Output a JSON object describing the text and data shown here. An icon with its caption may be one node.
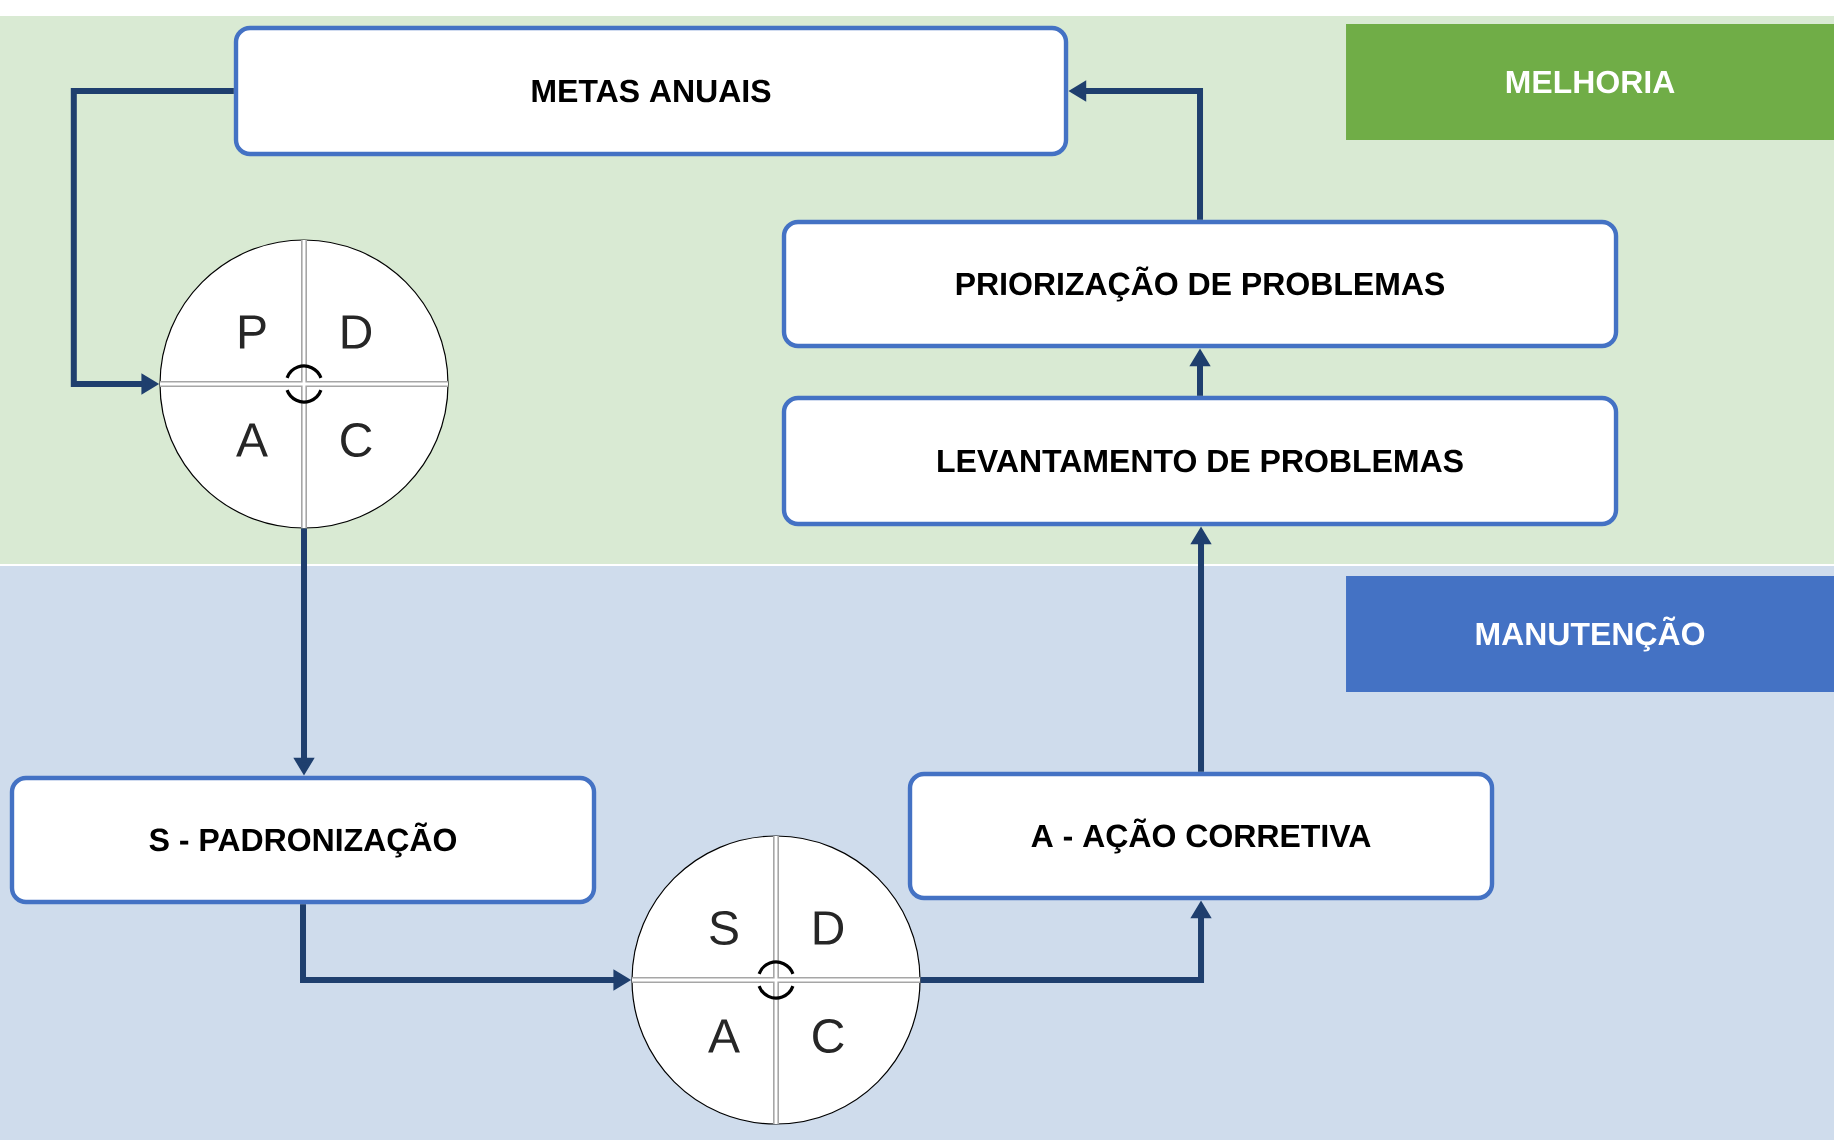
{
  "diagram": {
    "nodes": [
      {
        "text": [
          "MELHORIA"
        ]
      },
      {
        "text": [
          "MANUTENÇÃO"
        ]
      },
      {
        "text": [
          "METAS ANUAIS"
        ]
      },
      {
        "text": [
          "PRIORIZAÇÃO DE PROBLEMAS"
        ]
      },
      {
        "text": [
          "LEVANTAMENTO DE PROBLEMAS"
        ]
      },
      {
        "text": [
          "P",
          "D",
          "A",
          "C"
        ]
      },
      {
        "text": [
          "S - PADRONIZAÇÃO"
        ]
      },
      {
        "text": [
          "S",
          "D",
          "A",
          "C"
        ]
      },
      {
        "text": [
          "A - AÇÃO CORRETIVA"
        ]
      }
    ],
    "edges": [
      {
        "from": 2,
        "to": 5,
        "arrow": "to"
      },
      {
        "from": 5,
        "to": 6,
        "arrow": "to"
      },
      {
        "from": 6,
        "to": 7,
        "arrow": "to"
      },
      {
        "from": 7,
        "to": 8,
        "arrow": "to"
      },
      {
        "from": 8,
        "to": 4,
        "arrow": "to"
      },
      {
        "from": 4,
        "to": 3,
        "arrow": "to"
      },
      {
        "from": 3,
        "to": 2,
        "arrow": "to"
      }
    ]
  }
}
